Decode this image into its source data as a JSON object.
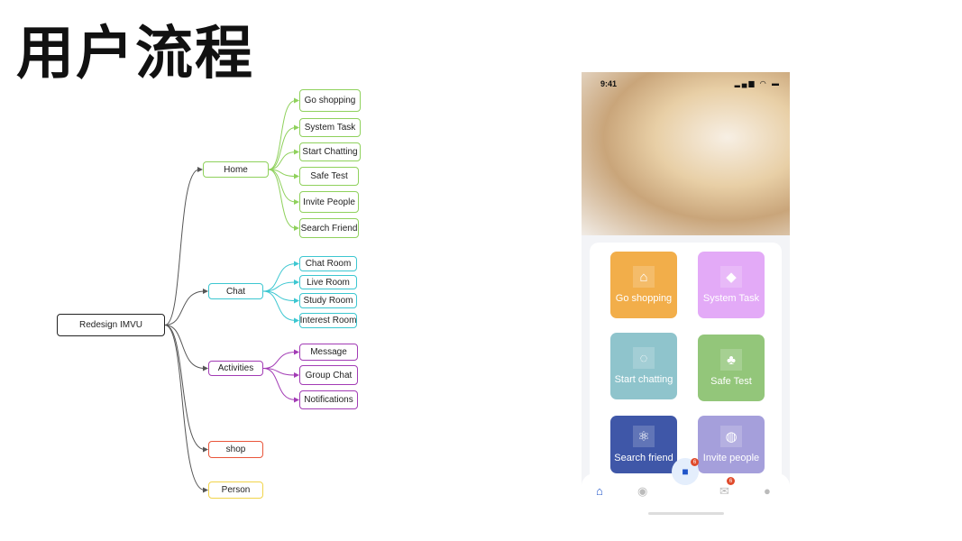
{
  "title": "用户流程",
  "mindmap": {
    "root": "Redesign IMVU",
    "branches": [
      {
        "id": "home",
        "label": "Home",
        "color": "#8fd15c",
        "children": [
          "Go shopping",
          "System Task",
          "Start Chatting",
          "Safe Test",
          "Invite People",
          "Search Friend"
        ]
      },
      {
        "id": "chat",
        "label": "Chat",
        "color": "#3cc7d1",
        "children": [
          "Chat Room",
          "Live Room",
          "Study Room",
          "Interest Room"
        ]
      },
      {
        "id": "activities",
        "label": "Activities",
        "color": "#a23bb5",
        "children": [
          "Message",
          "Group Chat",
          "Notifications"
        ]
      },
      {
        "id": "shop",
        "label": "shop",
        "color": "#e9553a",
        "children": []
      },
      {
        "id": "person",
        "label": "Person",
        "color": "#f1d44a",
        "children": []
      }
    ]
  },
  "phone": {
    "time": "9:41",
    "tiles": [
      {
        "label": "Go shopping",
        "icon": "store-icon",
        "color": "#f2ae4a"
      },
      {
        "label": "System Task",
        "icon": "cube-icon",
        "color": "#e3aaf7"
      },
      {
        "label": "Start chatting",
        "icon": "chat-ring-icon",
        "color": "#8fc4cc"
      },
      {
        "label": "Safe Test",
        "icon": "plant-icon",
        "color": "#93c67a"
      },
      {
        "label": "Search friend",
        "icon": "atom-icon",
        "color": "#3f57a8"
      },
      {
        "label": "Invite people",
        "icon": "planet-icon",
        "color": "#a59fdb"
      }
    ],
    "center_badge": "6",
    "mail_badge": "6",
    "accent": "#1f54c9"
  }
}
